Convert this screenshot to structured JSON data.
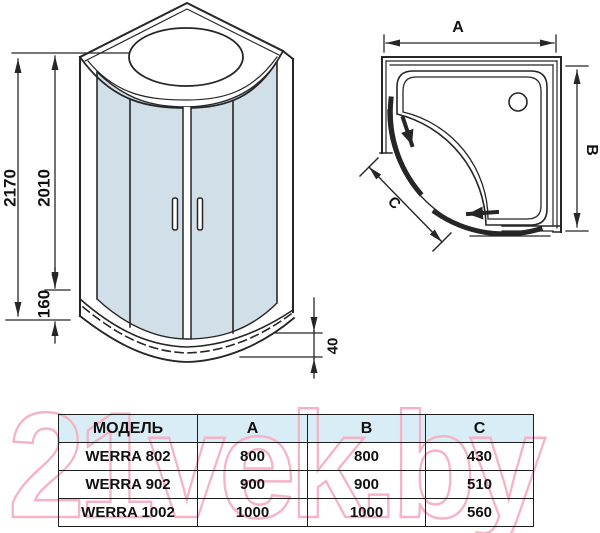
{
  "diagram": {
    "front_view": {
      "dims": {
        "total_height": "2170",
        "glass_height": "2010",
        "tray_height": "160",
        "tray_lip": "40"
      }
    },
    "top_view": {
      "dims": {
        "width": "A",
        "depth": "B",
        "front": "C"
      }
    }
  },
  "spec_table": {
    "headers": [
      "МОДЕЛЬ",
      "A",
      "B",
      "C"
    ],
    "rows": [
      [
        "WERRA 802",
        "800",
        "800",
        "430"
      ],
      [
        "WERRA 902",
        "900",
        "900",
        "510"
      ],
      [
        "WERRA 1002",
        "1000",
        "1000",
        "560"
      ]
    ]
  },
  "watermark": {
    "text": "21vek.by",
    "color": "#f5b3c5"
  },
  "colors": {
    "glass": "#d0dfe8",
    "table_header_bg": "#d9edf7",
    "line": "#262626"
  }
}
